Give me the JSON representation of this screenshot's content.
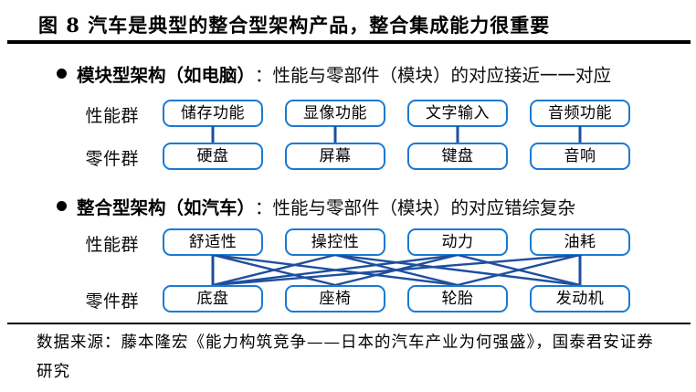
{
  "title": "图 8 汽车是典型的整合型架构产品，整合集成能力很重要",
  "colors": {
    "box_border": "#1a7ad3",
    "connector_line": "#1e4f9e",
    "text": "#000000",
    "rule": "#000000"
  },
  "sections": [
    {
      "heading_bold": "模块型架构（如电脑）",
      "heading_rest": "：性能与零部件（模块）的对应接近一一对应",
      "top_row_label": "性能群",
      "bottom_row_label": "零件群",
      "top_boxes": [
        "储存功能",
        "显像功能",
        "文字输入",
        "音频功能"
      ],
      "bottom_boxes": [
        "硬盘",
        "屏幕",
        "键盘",
        "音响"
      ],
      "connections": [
        [
          0,
          0
        ],
        [
          1,
          1
        ],
        [
          2,
          2
        ],
        [
          3,
          3
        ]
      ]
    },
    {
      "heading_bold": "整合型架构（如汽车）",
      "heading_rest": "：性能与零部件（模块）的对应错综复杂",
      "top_row_label": "性能群",
      "bottom_row_label": "零件群",
      "top_boxes": [
        "舒适性",
        "操控性",
        "动力",
        "油耗"
      ],
      "bottom_boxes": [
        "底盘",
        "座椅",
        "轮胎",
        "发动机"
      ],
      "connections": [
        [
          0,
          0
        ],
        [
          0,
          1
        ],
        [
          0,
          2
        ],
        [
          1,
          0
        ],
        [
          1,
          2
        ],
        [
          1,
          3
        ],
        [
          2,
          0
        ],
        [
          2,
          1
        ],
        [
          2,
          3
        ],
        [
          3,
          0
        ],
        [
          3,
          2
        ],
        [
          3,
          3
        ]
      ]
    }
  ],
  "source": {
    "line1": "数据来源：藤本隆宏《能力构筑竞争——日本的汽车产业为何强盛》，国泰君安证券",
    "line2": "研究"
  }
}
